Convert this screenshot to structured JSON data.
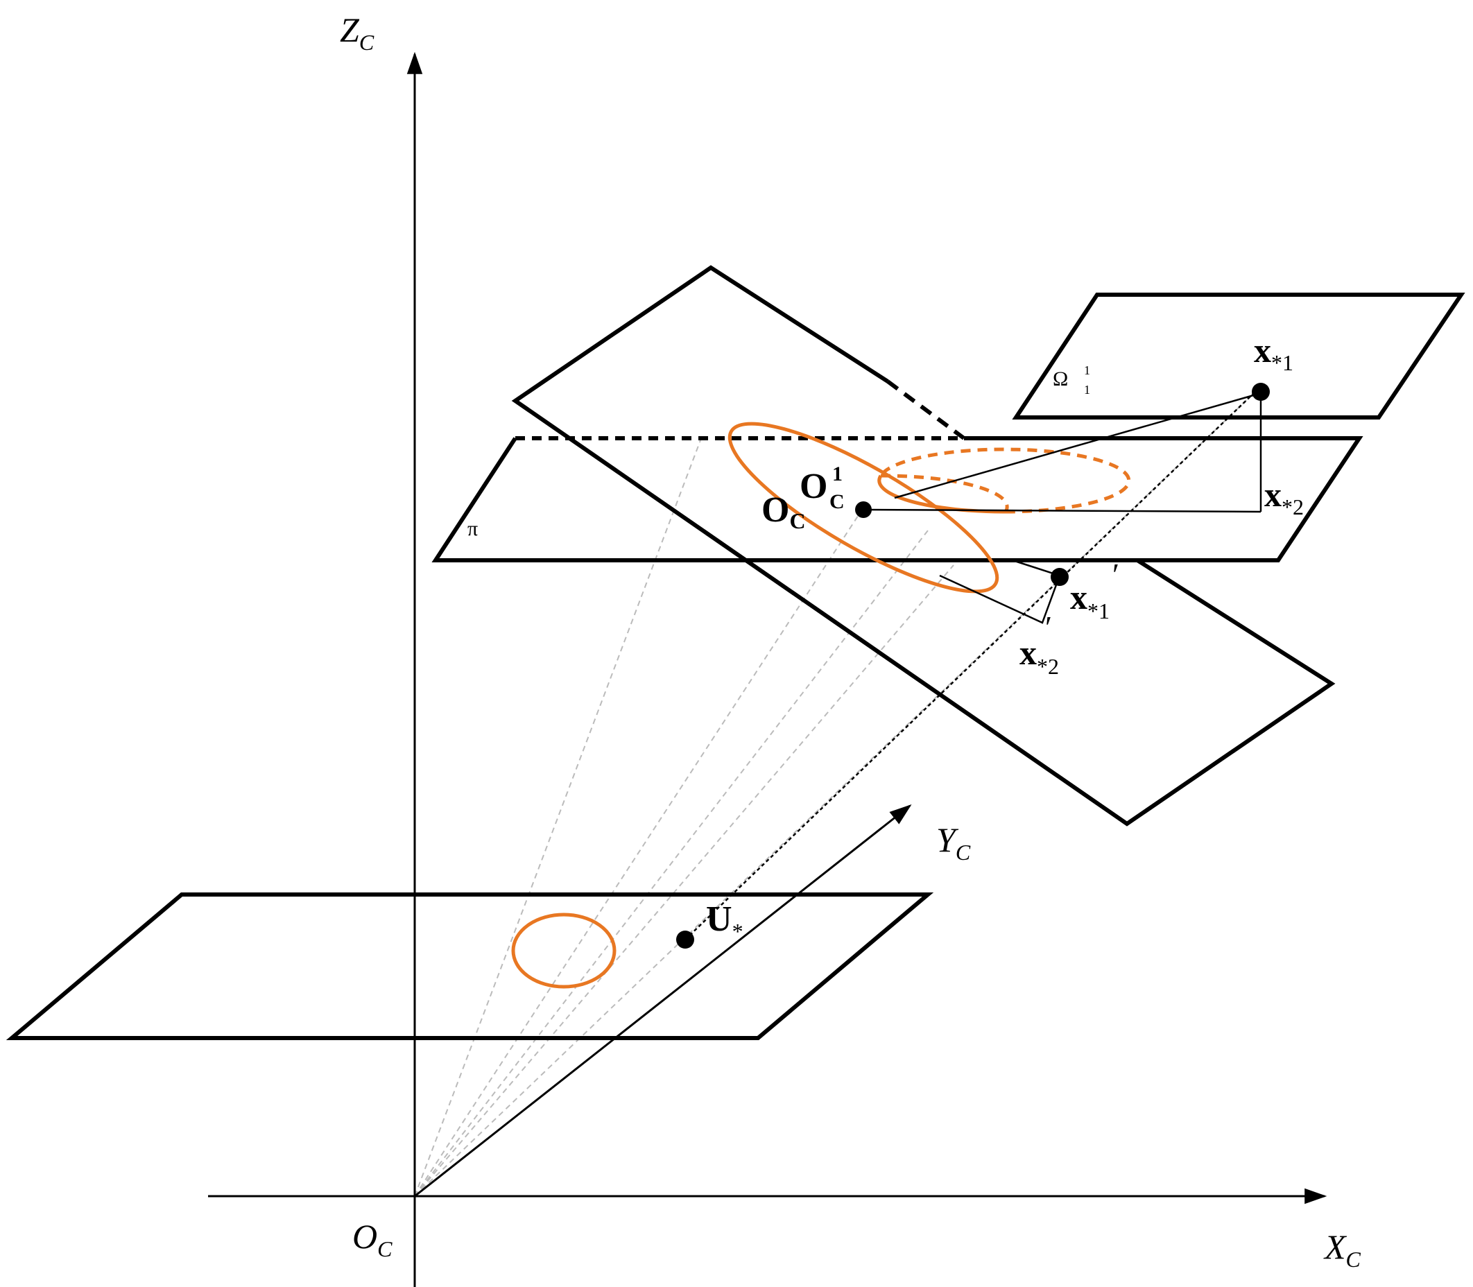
{
  "axes": {
    "z": {
      "letter": "Z",
      "sub": "C"
    },
    "y": {
      "letter": "Y",
      "sub": "C"
    },
    "x": {
      "letter": "X",
      "sub": "C"
    },
    "origin": {
      "letter": "O",
      "sub": "C"
    }
  },
  "labels": {
    "pi": "π",
    "omega": {
      "letter": "Ω",
      "sup": "1",
      "sub": "1"
    },
    "oc1": {
      "letter": "O",
      "sup": "1",
      "sub": "C"
    },
    "oc": {
      "letter": "O",
      "sub": "C"
    },
    "x_star1": {
      "letter": "x",
      "sub": "*1"
    },
    "x_star2": {
      "letter": "x",
      "sub": "*2"
    },
    "x_star1_prime": {
      "letter": "x",
      "sub": "*1",
      "prime": "′"
    },
    "x_star2_prime": {
      "letter": "x",
      "sub": "*2",
      "prime": "′"
    },
    "u_star": {
      "letter": "U",
      "sub": "*"
    }
  },
  "colors": {
    "ink": "#000000",
    "ellipse": "#E87722",
    "projection": "#BBBBBB"
  }
}
